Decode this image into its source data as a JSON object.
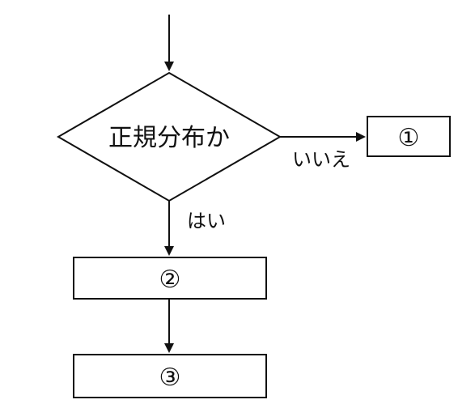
{
  "diagram": {
    "decision": {
      "text": "正規分布か"
    },
    "branches": {
      "no": "いいえ",
      "yes": "はい"
    },
    "boxes": {
      "box1": "①",
      "box2": "②",
      "box3": "③"
    }
  },
  "colors": {
    "line": "#111111",
    "background": "#ffffff"
  }
}
